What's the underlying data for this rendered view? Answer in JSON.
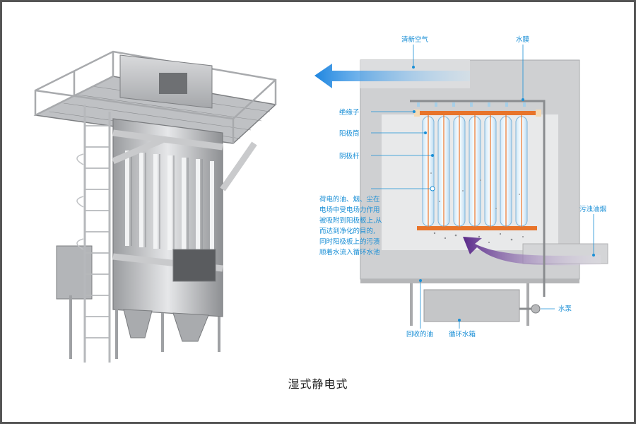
{
  "caption": "湿式静电式",
  "diagram": {
    "labels": {
      "clean_air": "清新空气",
      "water_film": "水膜",
      "insulator": "绝缘子",
      "anode_tube": "阳极筒",
      "cathode_rod": "阴极杆",
      "dirty_fume": "污浊油烟",
      "water_pump": "水泵",
      "recovered_oil": "回收的油",
      "circulating_tank": "循环水箱"
    },
    "explanation": [
      "荷电的油、烟、尘在",
      "电场中受电场力作用",
      "被吸附到阳极板上,从",
      "而达到净化的目的,",
      "同时阳极板上的污渍",
      "顺着水流入循环水池"
    ]
  },
  "colors": {
    "label_blue": "#1a8fd6",
    "clean_air_arrow": "#2a8fe0",
    "dirty_air_arrow": "#6a3a9a",
    "housing_gray": "#cfd0d2",
    "electrode_orange": "#e8742a"
  }
}
